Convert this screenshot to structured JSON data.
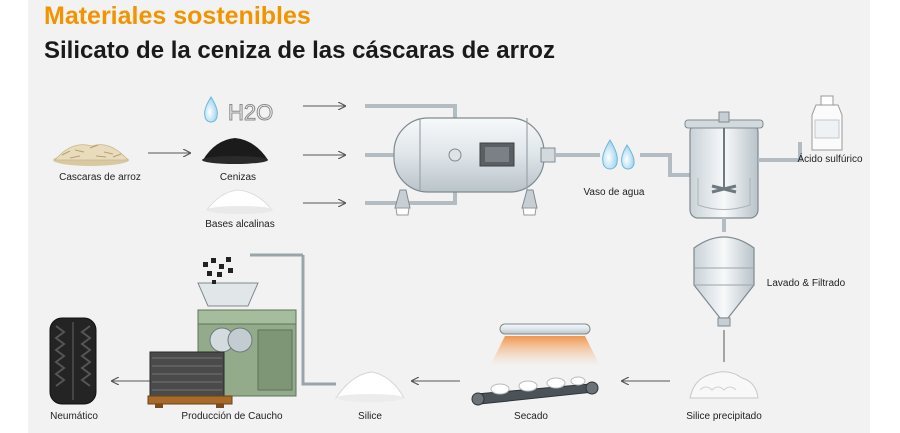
{
  "title": "Materiales sostenibles",
  "subtitle": "Silicato de la ceniza de las cáscaras de arroz",
  "labels": {
    "h2o": "H2O",
    "cascaras": "Cascaras de arroz",
    "cenizas": "Cenizas",
    "bases": "Bases alcalinas",
    "vaso": "Vaso de agua",
    "acido": "Ácido sulfúrico",
    "lavado": "Lavado & Filtrado",
    "silice_precipitado": "Silice precipitado",
    "secado": "Secado",
    "silice": "Silice",
    "produccion": "Producción de Caucho",
    "neumatico": "Neumático"
  },
  "colors": {
    "accent": "#f29400",
    "background": "#f2f2f2",
    "water": "#9fd3ec",
    "steel": "#dfe6ea",
    "machine_green": "#93ab8a"
  }
}
